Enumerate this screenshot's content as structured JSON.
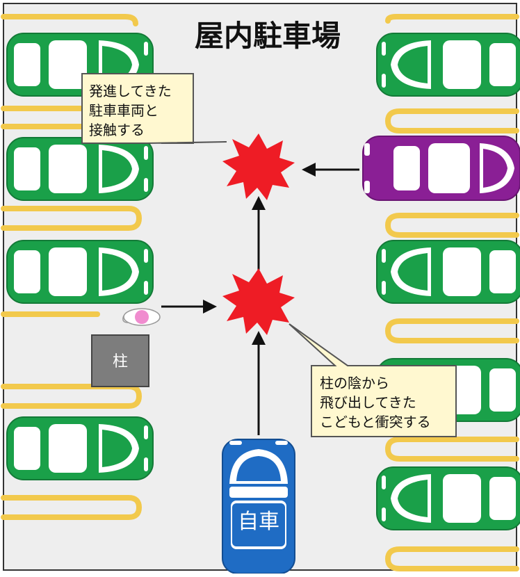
{
  "title": "屋内駐車場",
  "pillar_label": "柱",
  "own_car_label": "自車",
  "callout_top": [
    "発進してきた",
    "駐車車両と",
    "接触する"
  ],
  "callout_bottom": [
    "柱の陰から",
    "飛び出してきた",
    "こどもと衝突する"
  ],
  "colors": {
    "floor": "#eeeeee",
    "parking_line": "#f2c94c",
    "parked_car": "#1aa049",
    "moving_car": "#8a1f95",
    "own_car": "#1f6cc4",
    "collision": "#ee1c25",
    "pillar": "#7d7d7d",
    "callout": "#fff8d0",
    "child": "#f08ccf"
  }
}
